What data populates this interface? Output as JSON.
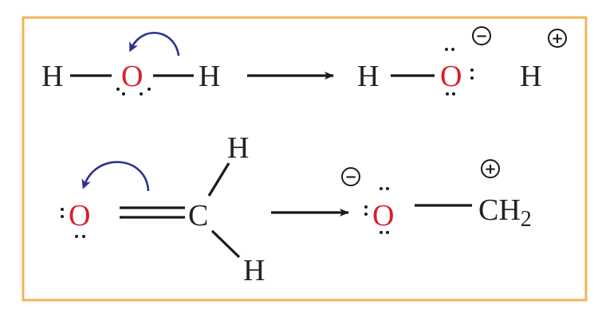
{
  "colors": {
    "border": "#f0b554",
    "oxygen": "#d8202a",
    "curved_arrow": "#2e3192",
    "text": "#222222"
  },
  "reaction1": {
    "reactant": {
      "h_left": "H",
      "o": "O",
      "h_right": "H"
    },
    "product": {
      "h": "H",
      "o": "O",
      "charge_o": "−",
      "h_ion": "H",
      "charge_h": "+"
    }
  },
  "reaction2": {
    "reactant": {
      "o": "O",
      "c": "C",
      "h_top": "H",
      "h_bottom": "H"
    },
    "product": {
      "o": "O",
      "charge_o": "−",
      "ch": "CH",
      "sub": "2",
      "charge_c": "+"
    }
  }
}
